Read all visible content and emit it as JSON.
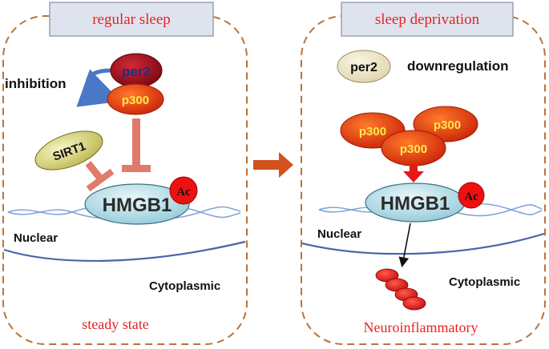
{
  "left_panel": {
    "title": "regular sleep",
    "inhibition_label": "inhibition",
    "per2": "per2",
    "p300": "p300",
    "sirt1": "SIRT1",
    "hmgb1": "HMGB1",
    "ac": "Ac",
    "nuclear": "Nuclear",
    "cytoplasmic": "Cytoplasmic",
    "outcome": "steady state"
  },
  "right_panel": {
    "title": "sleep deprivation",
    "per2": "per2",
    "downregulation": "downregulation",
    "p300_a": "p300",
    "p300_b": "p300",
    "p300_c": "p300",
    "hmgb1": "HMGB1",
    "ac": "Ac",
    "nuclear": "Nuclear",
    "cytoplasmic": "Cytoplasmic",
    "outcome": "Neuroinflammatory"
  },
  "colors": {
    "panel_border": "#b8743a",
    "title_box_fill": "#dfe3ee",
    "title_box_stroke": "#9aa0b4",
    "title_text": "#e8231f",
    "per2_fill": "#9b0d1a",
    "per2_text": "#1f2f8a",
    "p300_fill": "#e0300c",
    "p300_text": "#ffe84a",
    "sirt1_fill": "#d9d77a",
    "hmgb1_fill": "#b9e0ea",
    "ac_fill": "#ee1111",
    "inhibit_bar": "#e07b6c",
    "arrow_blue": "#4a78c8",
    "arrow_orange": "#d2521c",
    "membrane": "#4766a8",
    "dna": "#7fa3d6",
    "outcome_text": "#e8231f",
    "neuro_fill": "#e61818"
  }
}
